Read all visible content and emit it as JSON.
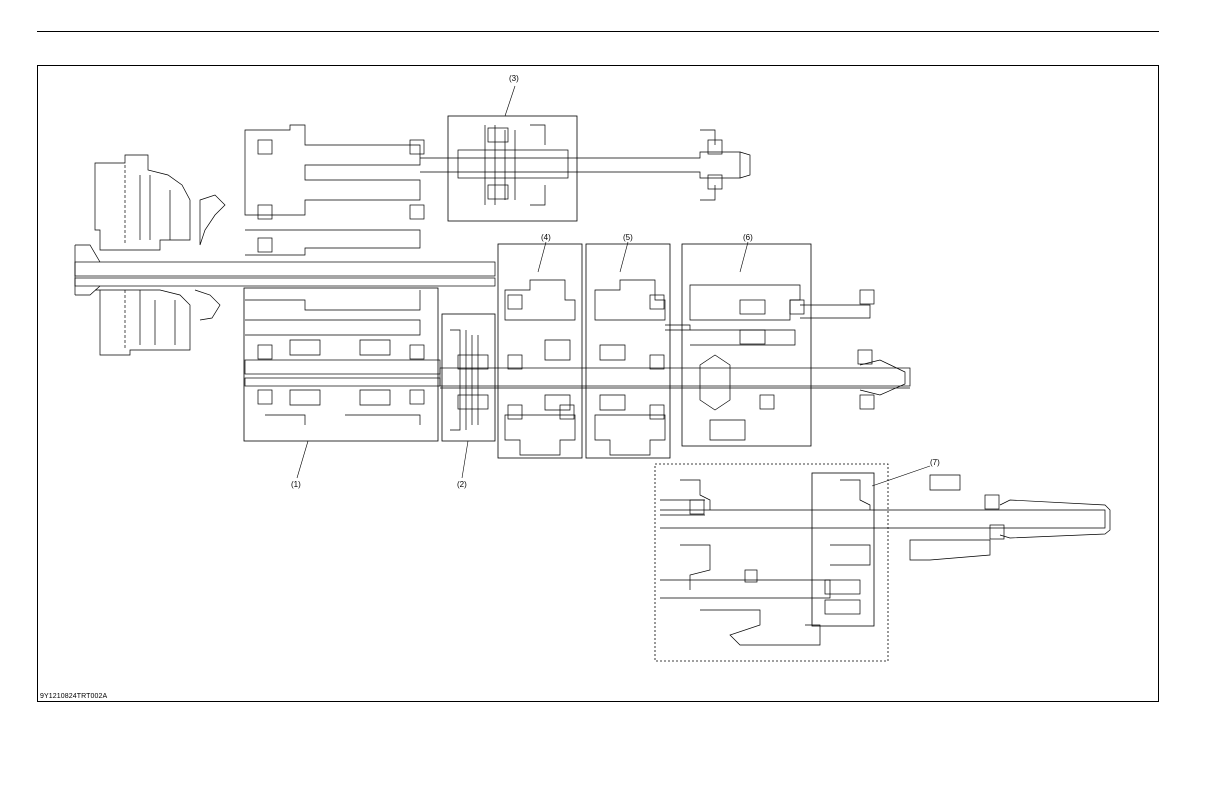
{
  "figure": {
    "code": "9Y1210824TRT002A",
    "callouts": [
      "(1)",
      "(2)",
      "(3)",
      "(4)",
      "(5)",
      "(6)",
      "(7)"
    ]
  }
}
